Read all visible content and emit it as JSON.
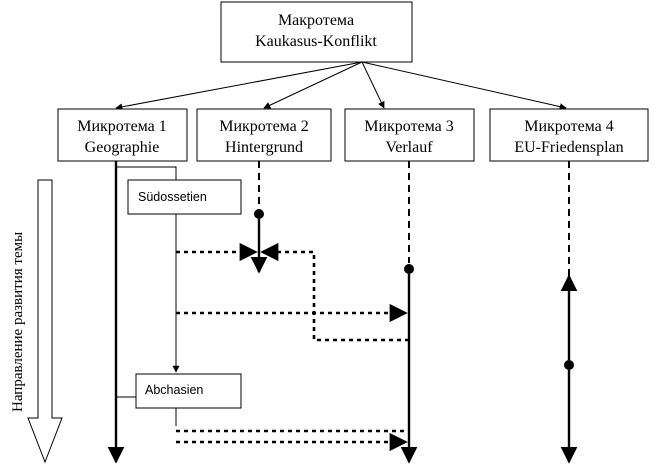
{
  "macro": {
    "line1": "Макротема",
    "line2": "Kaukasus-Konflikt"
  },
  "micro": [
    {
      "line1": "Микротема 1",
      "line2": "Geographie"
    },
    {
      "line1": "Микротема 2",
      "line2": "Hintergrund"
    },
    {
      "line1": "Микротема 3",
      "line2": "Verlauf"
    },
    {
      "line1": "Микротема 4",
      "line2": "EU-Friedensplan"
    }
  ],
  "sub": {
    "sudossetien": "Südossetien",
    "abchasien": "Abchasien"
  },
  "direction_label": "Направление развития темы"
}
